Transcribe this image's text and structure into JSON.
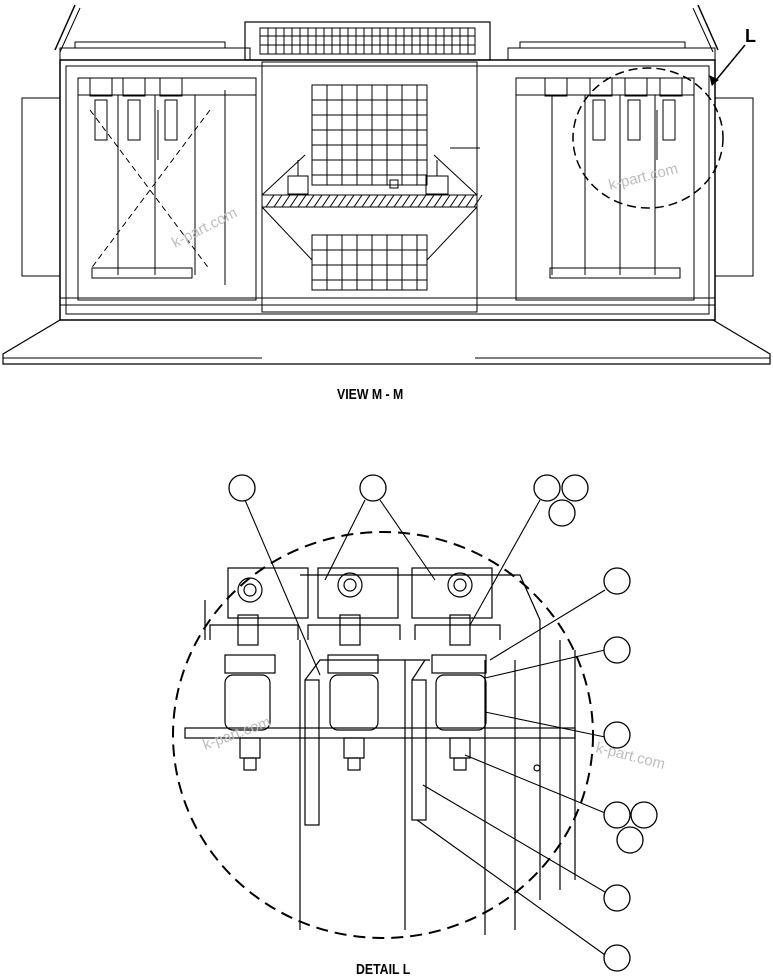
{
  "view_caption": "VIEW M - M",
  "detail_caption": "DETAIL L",
  "detail_marker": "L",
  "watermark": "k-part.com",
  "colors": {
    "line": "#000000",
    "watermark": "#bdbdbd",
    "background": "#ffffff"
  }
}
